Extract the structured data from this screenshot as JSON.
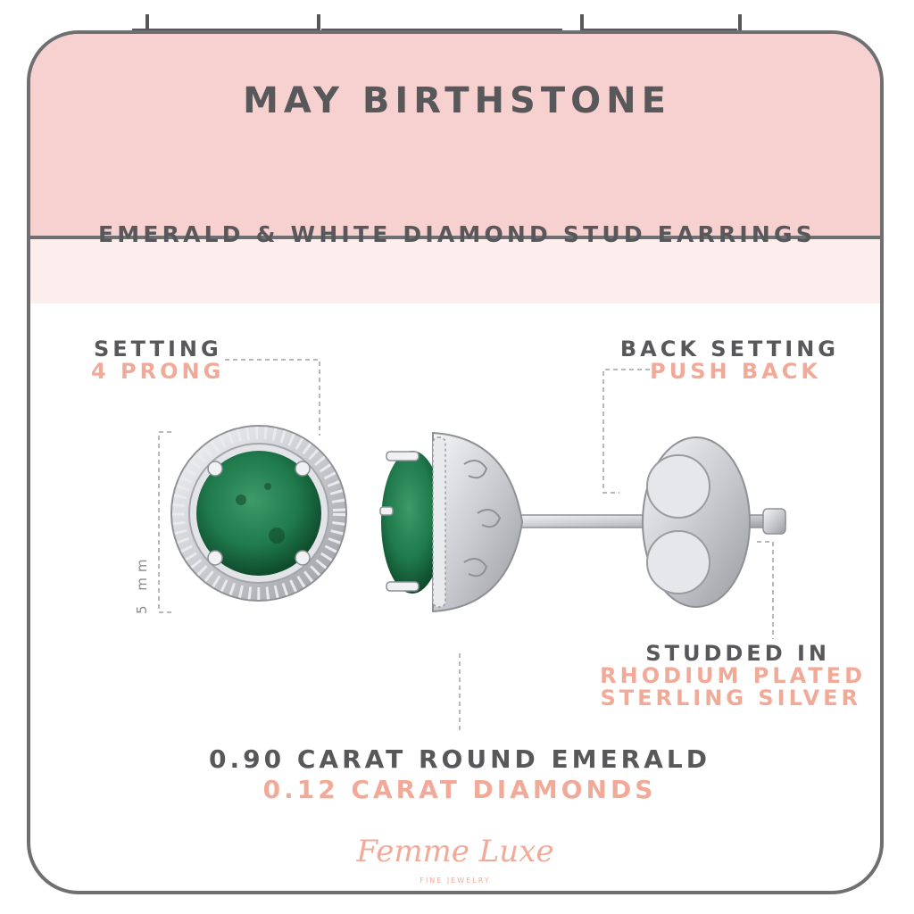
{
  "header": {
    "title": "MAY BIRTHSTONE"
  },
  "subheader": {
    "product": "EMERALD & WHITE DIAMOND STUD EARRINGS"
  },
  "callouts": {
    "setting": {
      "label": "SETTING",
      "value": "4 PRONG"
    },
    "back_setting": {
      "label": "BACK SETTING",
      "value": "PUSH BACK"
    },
    "studded_in": {
      "label": "STUDDED IN",
      "value_line1": "RHODIUM PLATED",
      "value_line2": "STERLING SILVER"
    },
    "dimension": {
      "label": "5 mm"
    }
  },
  "specs": {
    "emerald": "0.90 CARAT ROUND EMERALD",
    "diamonds": "0.12 CARAT DIAMONDS"
  },
  "brand": {
    "name": "Femme Luxe",
    "tagline": "FINE JEWELRY"
  },
  "colors": {
    "header_bg": "#f7d0d0",
    "subheader_bg": "#fdeeee",
    "text_gray": "#58585b",
    "accent_pink": "#f2aa98",
    "emerald": "#1f7a4c",
    "silver": "#d8d9dc"
  }
}
